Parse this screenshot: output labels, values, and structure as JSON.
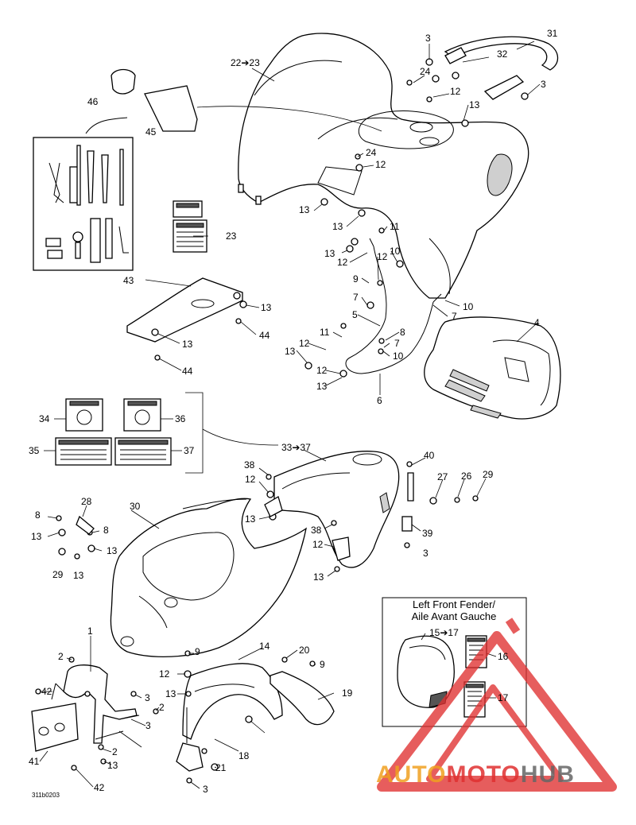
{
  "inset": {
    "title_line1": "Left Front Fender/",
    "title_line2": "Aile Avant Gauche",
    "ref": "15➔17"
  },
  "drawing_code": "311b0203",
  "watermark": {
    "part1": "AUTO",
    "part2": "MOTO",
    "part3": "HUB",
    "color_orange": "#f0a020",
    "color_red": "#e03030",
    "color_gray": "#666666"
  },
  "callouts": [
    "31",
    "3",
    "32",
    "22➔23",
    "24",
    "12",
    "13",
    "3",
    "46",
    "45",
    "24",
    "12",
    "13",
    "13",
    "23",
    "11",
    "13",
    "12",
    "10",
    "9",
    "12",
    "43",
    "13",
    "7",
    "10",
    "44",
    "5",
    "7",
    "8",
    "4",
    "13",
    "11",
    "7",
    "44",
    "12",
    "13",
    "10",
    "12",
    "13",
    "6",
    "34",
    "36",
    "35",
    "37",
    "33➔37",
    "38",
    "40",
    "27",
    "26",
    "29",
    "12",
    "8",
    "28",
    "30",
    "13",
    "13",
    "8",
    "38",
    "39",
    "13",
    "12",
    "3",
    "29",
    "13",
    "13",
    "1",
    "14",
    "20",
    "9",
    "2",
    "12",
    "9",
    "19",
    "42",
    "3",
    "13",
    "2",
    "3",
    "41",
    "2",
    "13",
    "18",
    "21",
    "42",
    "3",
    "16",
    "17",
    "15➔17"
  ]
}
